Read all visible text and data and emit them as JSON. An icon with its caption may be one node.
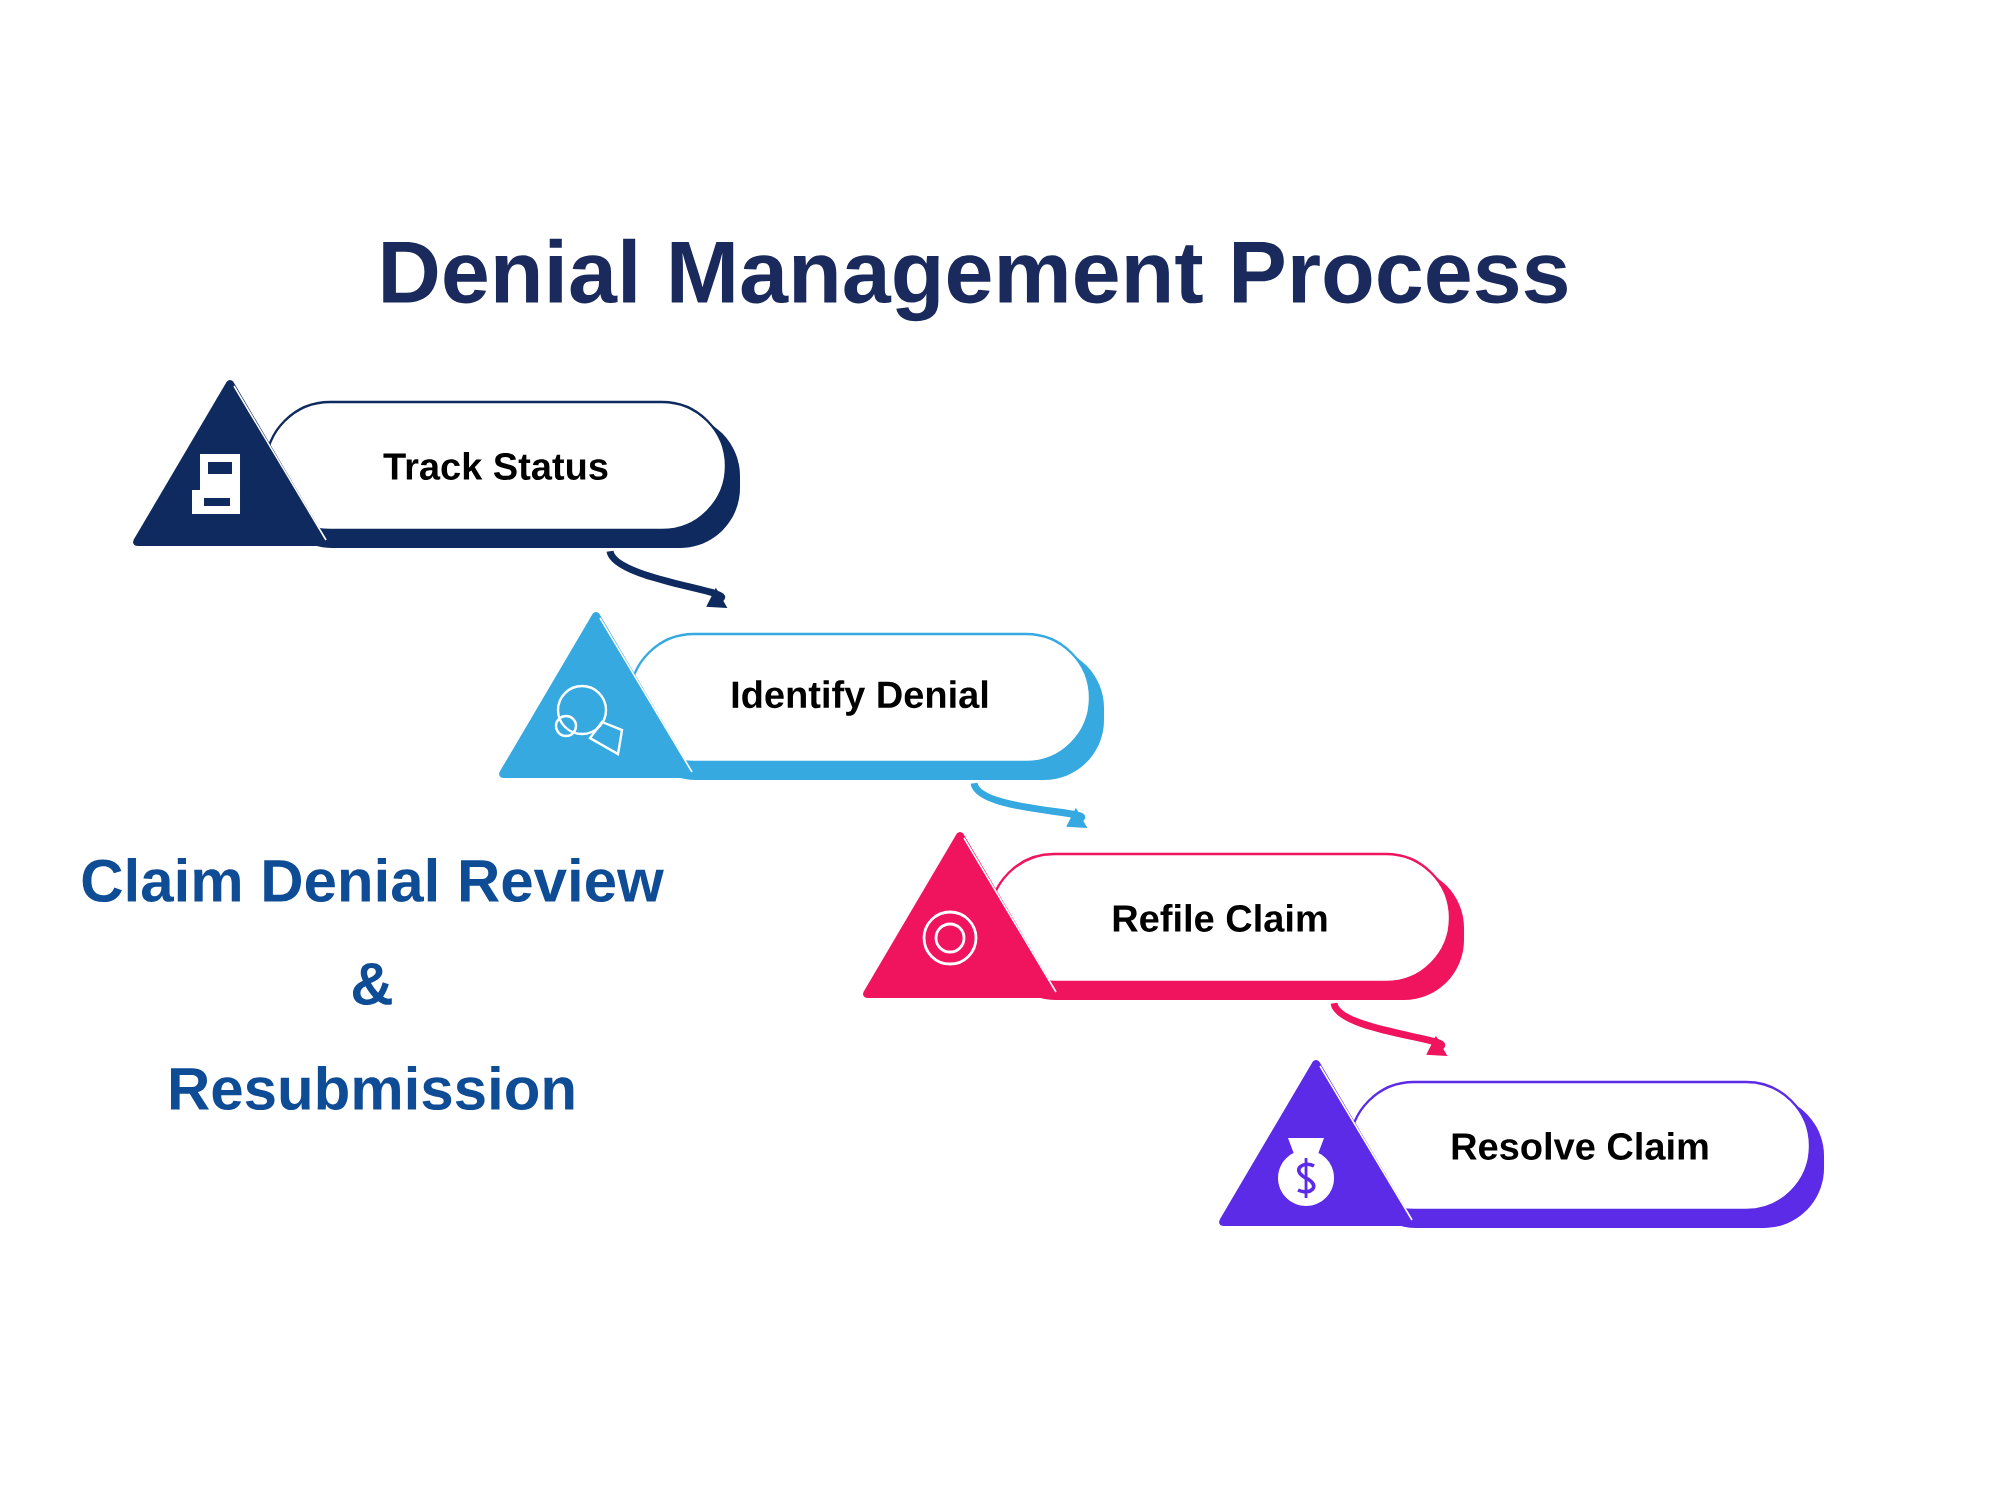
{
  "diagram": {
    "title": "Denial Management Process",
    "nodes": [
      {
        "text": [
          "Track Status"
        ]
      },
      {
        "text": [
          "Identify Denial"
        ]
      },
      {
        "text": [
          "Refile Claim"
        ]
      },
      {
        "text": [
          "Resolve Claim"
        ]
      }
    ],
    "edges": [
      {
        "from": 0,
        "to": 1,
        "arrow": "to",
        "color": "#0f2a5e"
      },
      {
        "from": 1,
        "to": 2,
        "arrow": "to",
        "color": "#35a9e0"
      },
      {
        "from": 2,
        "to": 3,
        "arrow": "to",
        "color": "#f0145f"
      }
    ],
    "labels": [
      "Claim Denial Review",
      "&",
      "Resubmission"
    ]
  }
}
